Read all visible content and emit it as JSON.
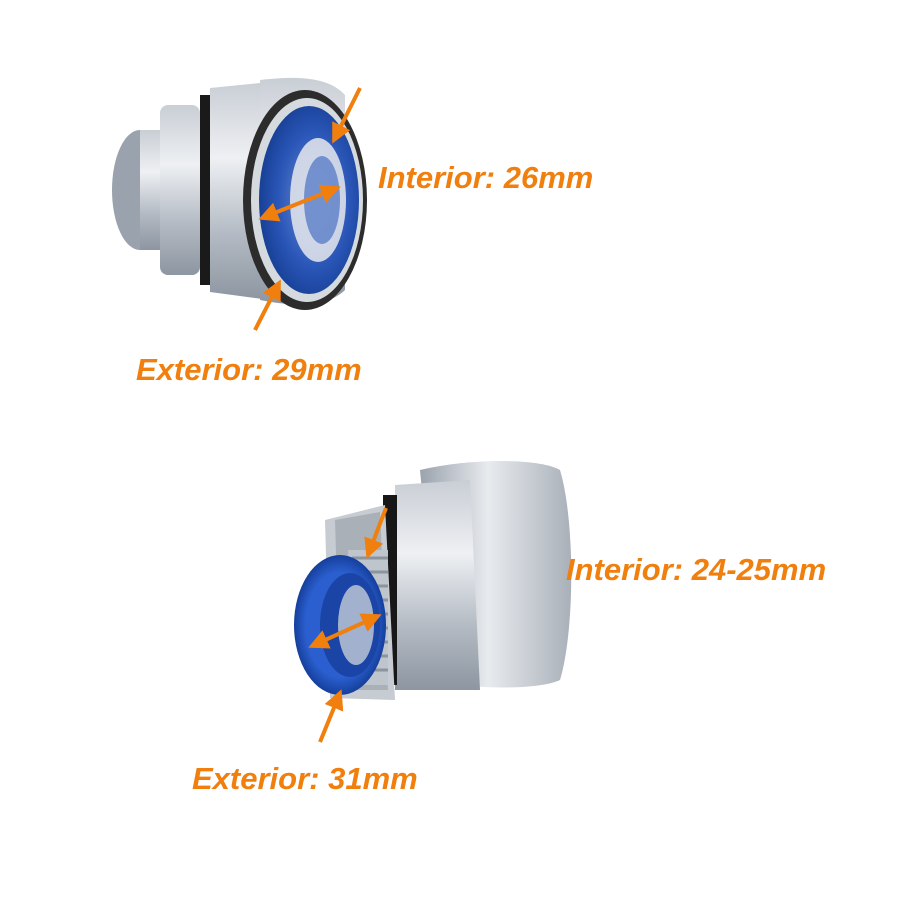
{
  "colors": {
    "annotation": "#f07f0d",
    "metal_light": "#e3e6ea",
    "metal_mid": "#b7bdc5",
    "metal_dark": "#7d8692",
    "liner_blue": "#1f4fb5",
    "gasket": "#141414"
  },
  "top_fitting": {
    "interior_label": "Interior: 26mm",
    "exterior_label": "Exterior: 29mm"
  },
  "bottom_fitting": {
    "interior_label": "Interior: 24-25mm",
    "exterior_label": "Exterior: 31mm"
  }
}
